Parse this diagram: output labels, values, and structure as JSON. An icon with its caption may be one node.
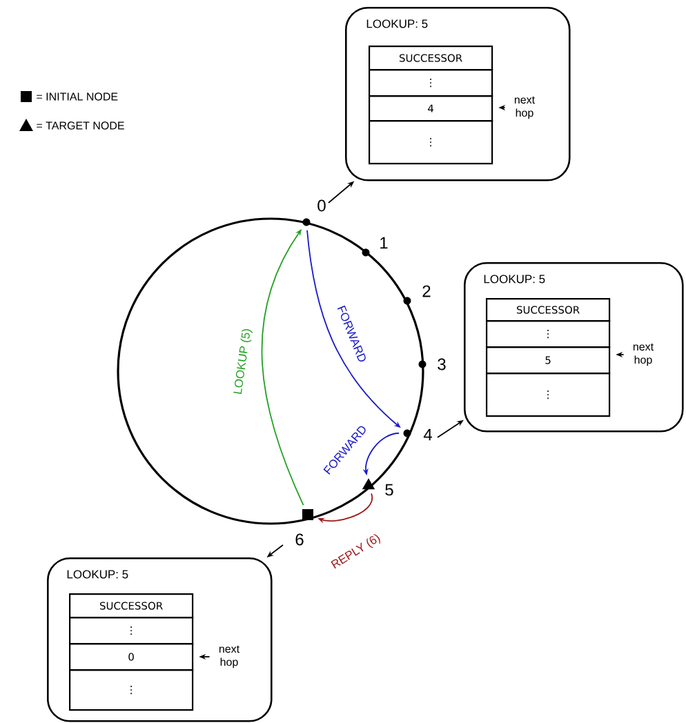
{
  "diagram": {
    "nodes": [
      {
        "text": [],
        "shape": "circle",
        "beside": [
          "0"
        ]
      },
      {
        "text": [],
        "shape": "circle",
        "beside": [
          "1"
        ]
      },
      {
        "text": [],
        "shape": "circle",
        "beside": [
          "2"
        ]
      },
      {
        "text": [],
        "shape": "circle",
        "beside": [
          "3"
        ]
      },
      {
        "text": [],
        "shape": "circle",
        "beside": [
          "4"
        ]
      },
      {
        "text": [],
        "shape": "triangle",
        "beside": [
          "5"
        ]
      },
      {
        "text": [],
        "shape": "box",
        "beside": [
          "6"
        ]
      },
      {
        "text": [
          "LOOKUP: 5"
        ]
      },
      {
        "text": [
          "SUCCESSOR"
        ],
        "in": 7
      },
      {
        "text": [
          "⋮"
        ],
        "in": 7
      },
      {
        "text": [
          "4"
        ],
        "in": 7
      },
      {
        "text": [
          "⋮"
        ],
        "in": 7
      },
      {
        "text": [
          "next hop"
        ],
        "in": 7
      },
      {
        "text": [
          "LOOKUP: 5"
        ]
      },
      {
        "text": [
          "SUCCESSOR"
        ],
        "in": 13
      },
      {
        "text": [
          "⋮"
        ],
        "in": 13
      },
      {
        "text": [
          "5"
        ],
        "in": 13
      },
      {
        "text": [
          "⋮"
        ],
        "in": 13
      },
      {
        "text": [
          "next hop"
        ],
        "in": 13
      },
      {
        "text": [
          "LOOKUP: 5"
        ]
      },
      {
        "text": [
          "SUCCESSOR"
        ],
        "in": 19
      },
      {
        "text": [
          "⋮"
        ],
        "in": 19
      },
      {
        "text": [
          "0"
        ],
        "in": 19
      },
      {
        "text": [
          "⋮"
        ],
        "in": 19
      },
      {
        "text": [
          "next hop"
        ],
        "in": 19
      }
    ],
    "edges": [
      {
        "from": 0,
        "to": 7,
        "arrow": "to"
      },
      {
        "from": 4,
        "to": 13,
        "arrow": "to"
      },
      {
        "from": 6,
        "to": 19,
        "arrow": "to"
      },
      {
        "from": 6,
        "to": 0,
        "arrow": "to",
        "label": "LOOKUP (5)",
        "color": "#22a022"
      },
      {
        "from": 0,
        "to": 4,
        "arrow": "to",
        "label": "FORWARD",
        "color": "#1a1acc"
      },
      {
        "from": 4,
        "to": 5,
        "arrow": "to",
        "label": "FORWARD",
        "color": "#1a1acc"
      },
      {
        "from": 5,
        "to": 6,
        "arrow": "to",
        "label": "REPLY (6)",
        "color": "#a01818"
      },
      {
        "from": 12,
        "to": 10,
        "arrow": "to"
      },
      {
        "from": 18,
        "to": 16,
        "arrow": "to"
      },
      {
        "from": 24,
        "to": 22,
        "arrow": "to"
      }
    ],
    "legend": [
      {
        "text": "= INITIAL NODE"
      },
      {
        "text": "= TARGET NODE"
      }
    ]
  }
}
